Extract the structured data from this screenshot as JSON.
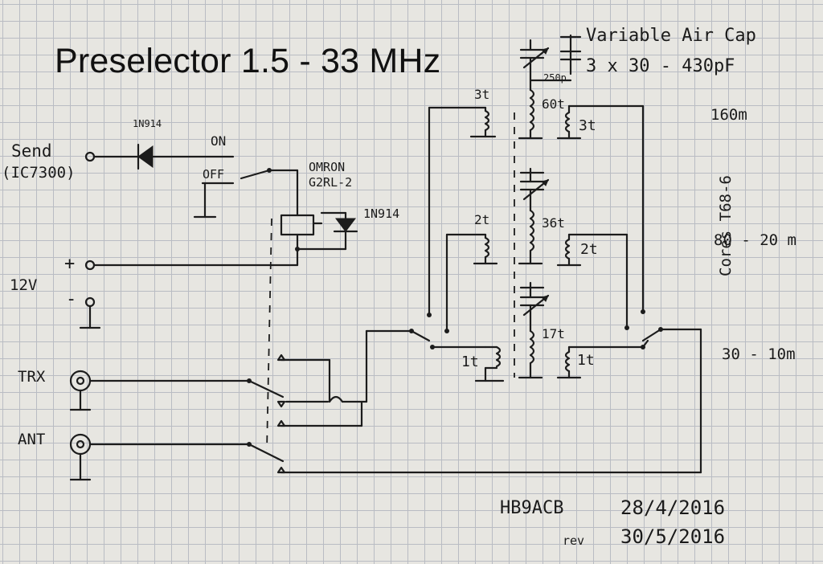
{
  "title": "Preselector 1.5 - 33 MHz",
  "labels": {
    "diode_top": "1N914",
    "send": "Send",
    "send_radio": "(IC7300)",
    "on": "ON",
    "off": "OFF",
    "relay_make": "OMRON",
    "relay_model": "G2RL-2",
    "diode_relay": "1N914",
    "plus": "+",
    "supply": "12V",
    "minus": "-",
    "trx": "TRX",
    "ant": "ANT",
    "var_cap_line1": "Variable Air Cap",
    "var_cap_line2": "3 x 30 - 430pF",
    "fixed_cap": "250p",
    "cores": "Cores T68-6"
  },
  "coils": {
    "band1_link_left": "3t",
    "band1_main": "60t",
    "band1_link_right": "3t",
    "band2_link_left": "2t",
    "band2_main": "36t",
    "band2_link_right": "2t",
    "band3_link_left": "1t",
    "band3_main": "17t",
    "band3_link_right": "1t"
  },
  "bands": {
    "band1": "160m",
    "band2": "80 - 20 m",
    "band3": "30 - 10m"
  },
  "signature": {
    "callsign": "HB9ACB",
    "date": "28/4/2016",
    "rev_label": "rev",
    "rev_date": "30/5/2016"
  },
  "colors": {
    "ink": "#1c1c1c",
    "paper": "#e7e6e1",
    "grid": "#b9bcc3"
  }
}
